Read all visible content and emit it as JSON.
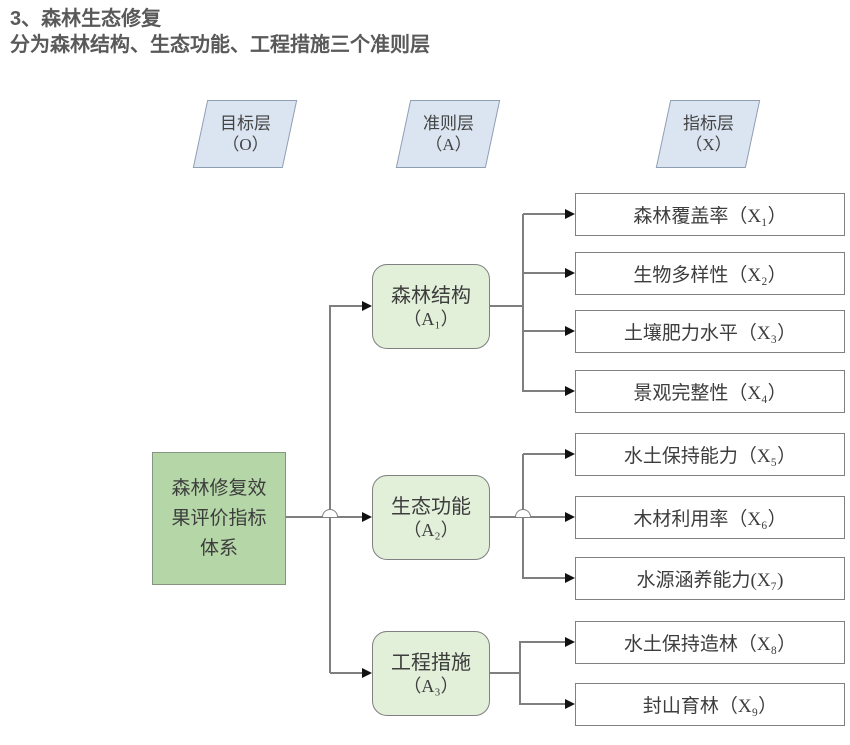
{
  "header": {
    "title": "3、森林生态修复",
    "subtitle": "分为森林结构、生态功能、工程措施三个准则层"
  },
  "layers": [
    {
      "label": "目标层",
      "code": "（O）"
    },
    {
      "label": "准则层",
      "code": "（A）"
    },
    {
      "label": "指标层",
      "code": "（X）"
    }
  ],
  "tree": {
    "goal": {
      "label": "森林修复效果评价指标体系"
    },
    "criteria": [
      {
        "label": "森林结构",
        "code": "（A₁）",
        "indicators": [
          "森林覆盖率（X₁）",
          "生物多样性（X₂）",
          "土壤肥力水平（X₃）",
          "景观完整性（X₄）"
        ]
      },
      {
        "label": "生态功能",
        "code": "（A₂）",
        "indicators": [
          "水土保持能力（X₅）",
          "木材利用率（X₆）",
          "水源涵养能力(X₇)"
        ]
      },
      {
        "label": "工程措施",
        "code": "（A₃）",
        "indicators": [
          "水土保持造林（X₈）",
          "封山育林（X₉）"
        ]
      }
    ]
  },
  "colors": {
    "title_text": "#595959",
    "layer_fill": "#dbe5f1",
    "layer_border": "#8f9fb3",
    "goal_fill": "#b5d6a7",
    "criteria_fill": "#e2efd9",
    "indicator_fill": "#ffffff",
    "box_border": "#808080",
    "connector_line": "#7f7f7f",
    "arrowhead": "#111111"
  }
}
